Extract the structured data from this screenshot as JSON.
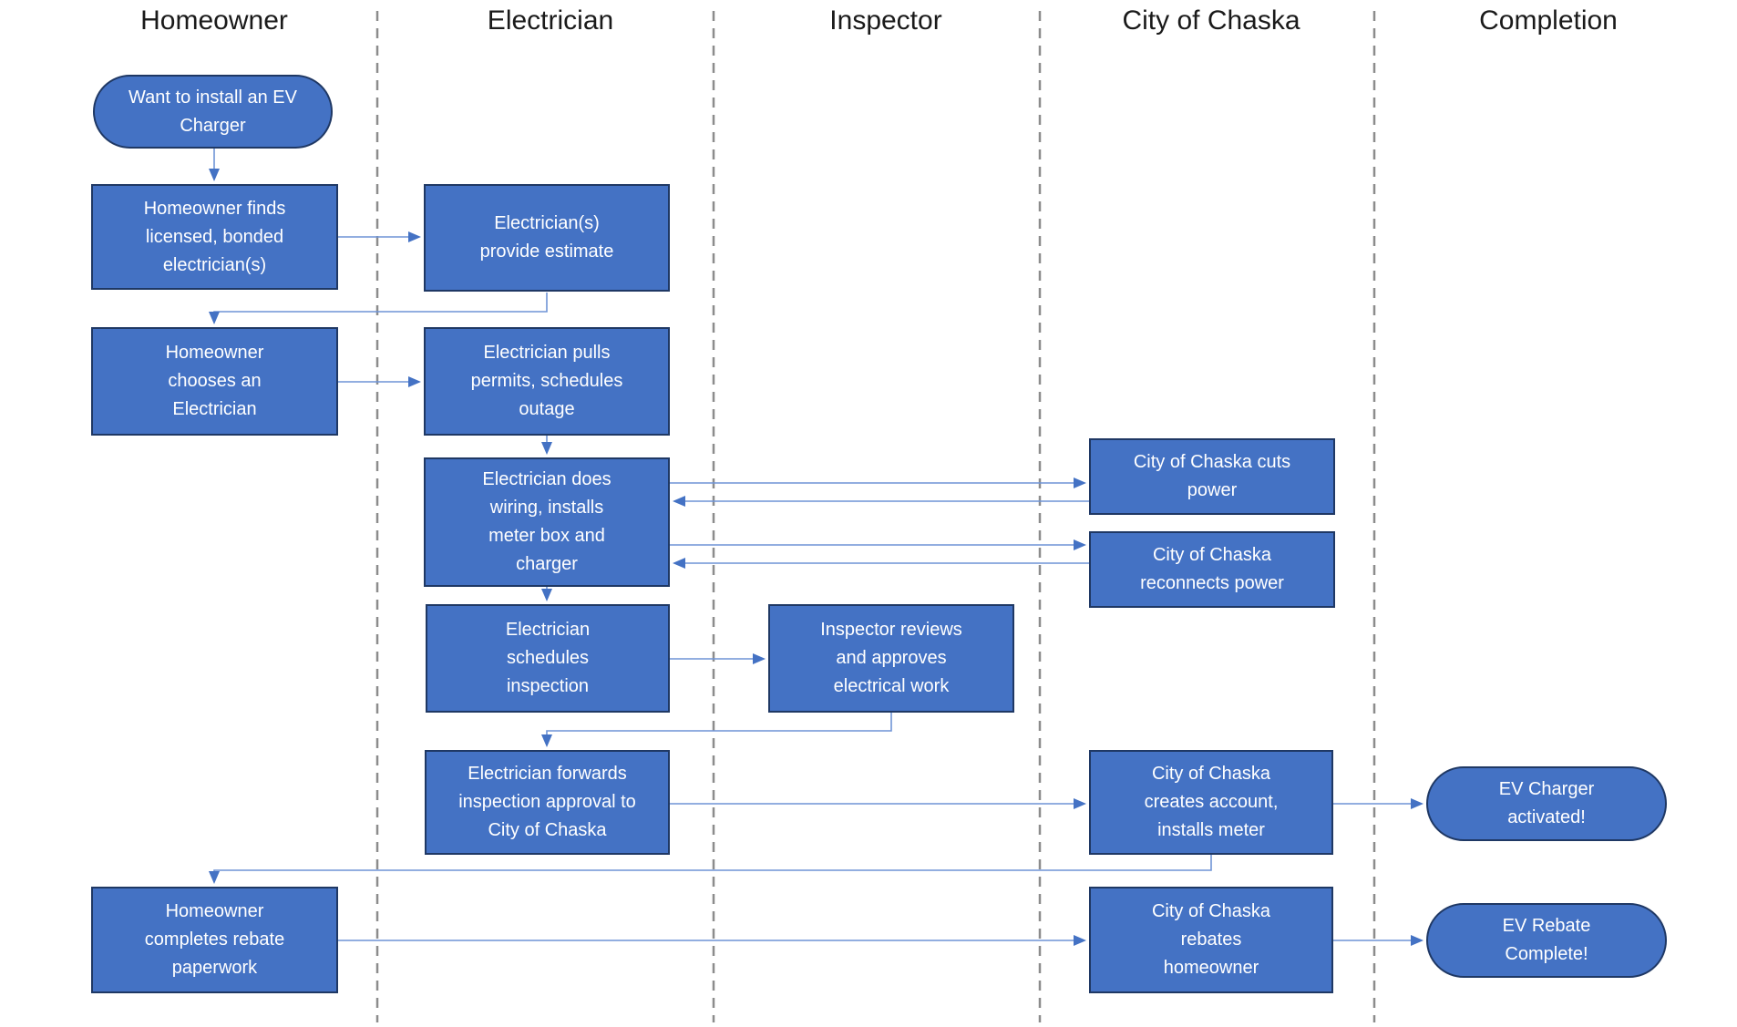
{
  "diagram_type": "swimlane-flowchart",
  "colors": {
    "node_fill": "#4472C4",
    "node_border": "#1F3864",
    "node_text": "#FFFFFF",
    "connector_line": "#6F94D6",
    "connector_head": "#4472C4",
    "lane_divider": "#8C8C8C",
    "header_text": "#1A1A1A"
  },
  "lanes": [
    {
      "label": "Homeowner"
    },
    {
      "label": "Electrician"
    },
    {
      "label": "Inspector"
    },
    {
      "label": "City of Chaska"
    },
    {
      "label": "Completion"
    }
  ],
  "nodes": {
    "start": {
      "lane": "Homeowner",
      "shape": "terminator",
      "label": "Want to install an EV Charger"
    },
    "finds_electrician": {
      "lane": "Homeowner",
      "shape": "process",
      "label": "Homeowner finds licensed, bonded electrician(s)"
    },
    "provide_estimate": {
      "lane": "Electrician",
      "shape": "process",
      "label": "Electrician(s) provide estimate"
    },
    "chooses_electrician": {
      "lane": "Homeowner",
      "shape": "process",
      "label": "Homeowner chooses an Electrician"
    },
    "pulls_permits": {
      "lane": "Electrician",
      "shape": "process",
      "label": "Electrician pulls permits, schedules outage"
    },
    "does_wiring": {
      "lane": "Electrician",
      "shape": "process",
      "label": "Electrician does wiring, installs meter box and charger"
    },
    "cuts_power": {
      "lane": "City of Chaska",
      "shape": "process",
      "label": "City of Chaska cuts power"
    },
    "reconnects_power": {
      "lane": "City of Chaska",
      "shape": "process",
      "label": "City of Chaska reconnects power"
    },
    "schedules_inspection": {
      "lane": "Electrician",
      "shape": "process",
      "label": "Electrician schedules inspection"
    },
    "inspector_reviews": {
      "lane": "Inspector",
      "shape": "process",
      "label": "Inspector reviews and approves electrical work"
    },
    "forwards_approval": {
      "lane": "Electrician",
      "shape": "process",
      "label": "Electrician forwards inspection approval to City of Chaska"
    },
    "creates_account": {
      "lane": "City of Chaska",
      "shape": "process",
      "label": "City of Chaska creates account, installs meter"
    },
    "charger_activated": {
      "lane": "Completion",
      "shape": "terminator",
      "label": "EV Charger activated!"
    },
    "completes_rebate": {
      "lane": "Homeowner",
      "shape": "process",
      "label": "Homeowner completes rebate paperwork"
    },
    "rebates_homeowner": {
      "lane": "City of Chaska",
      "shape": "process",
      "label": "City of Chaska rebates homeowner"
    },
    "rebate_complete": {
      "lane": "Completion",
      "shape": "terminator",
      "label": "EV Rebate Complete!"
    }
  },
  "flows": [
    {
      "from": "start",
      "to": "finds_electrician"
    },
    {
      "from": "finds_electrician",
      "to": "provide_estimate"
    },
    {
      "from": "provide_estimate",
      "to": "chooses_electrician"
    },
    {
      "from": "chooses_electrician",
      "to": "pulls_permits"
    },
    {
      "from": "pulls_permits",
      "to": "does_wiring"
    },
    {
      "from": "does_wiring",
      "to": "cuts_power"
    },
    {
      "from": "cuts_power",
      "to": "does_wiring"
    },
    {
      "from": "does_wiring",
      "to": "reconnects_power"
    },
    {
      "from": "reconnects_power",
      "to": "does_wiring"
    },
    {
      "from": "does_wiring",
      "to": "schedules_inspection"
    },
    {
      "from": "schedules_inspection",
      "to": "inspector_reviews"
    },
    {
      "from": "inspector_reviews",
      "to": "forwards_approval"
    },
    {
      "from": "forwards_approval",
      "to": "creates_account"
    },
    {
      "from": "creates_account",
      "to": "charger_activated"
    },
    {
      "from": "creates_account",
      "to": "completes_rebate"
    },
    {
      "from": "completes_rebate",
      "to": "rebates_homeowner"
    },
    {
      "from": "rebates_homeowner",
      "to": "rebate_complete"
    }
  ]
}
